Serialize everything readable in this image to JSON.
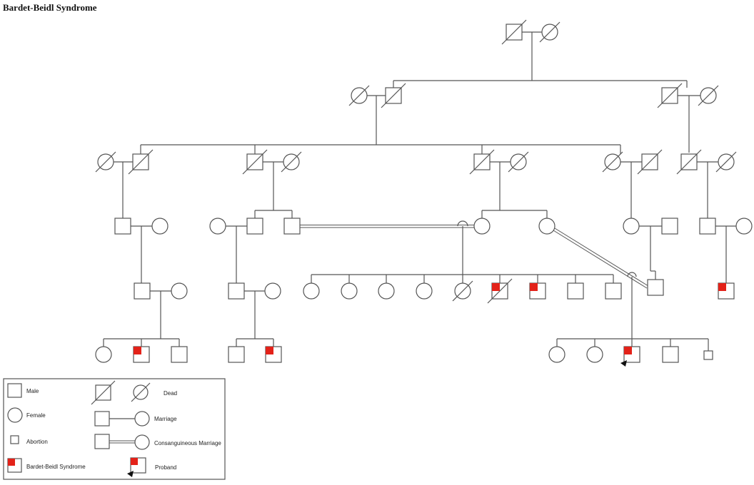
{
  "title": "Bardet-Beidl Syndrome",
  "legend": {
    "male": "Male",
    "female": "Female",
    "abortion": "Abortion",
    "affected": "Bardet-Beidl Syndrome",
    "dead": "Dead",
    "marriage": "Marriage",
    "consanguineous": "Consanguineous Marriage",
    "proband": "Proband"
  },
  "colors": {
    "affected": "#e32219",
    "line": "#555555"
  },
  "pedigree": {
    "generations": 6,
    "affected_count": 6,
    "proband_count": 1,
    "consanguineous_marriages": 2
  }
}
